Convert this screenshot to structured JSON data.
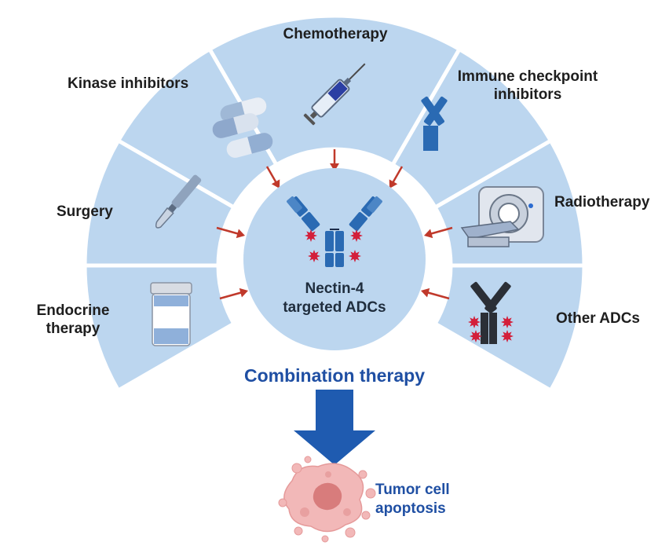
{
  "segments": {
    "chemotherapy": "Chemotherapy",
    "kinase": "Kinase inhibitors",
    "immune_line1": "Immune checkpoint",
    "immune_line2": "inhibitors",
    "surgery": "Surgery",
    "radiotherapy": "Radiotherapy",
    "endocrine_line1": "Endocrine",
    "endocrine_line2": "therapy",
    "other_adcs": "Other ADCs"
  },
  "center": {
    "line1": "Nectin-4",
    "line2": "targeted ADCs"
  },
  "combination": "Combination therapy",
  "outcome": {
    "line1": "Tumor cell",
    "line2": "apoptosis"
  },
  "colors": {
    "segment_fill": "#bcd6ef",
    "center_fill": "#bcd6ef",
    "arrow_red": "#c0392b",
    "big_arrow": "#1f5bb0",
    "title_blue": "#1f4fa3",
    "tumor_pink": "#f2b8b8"
  }
}
